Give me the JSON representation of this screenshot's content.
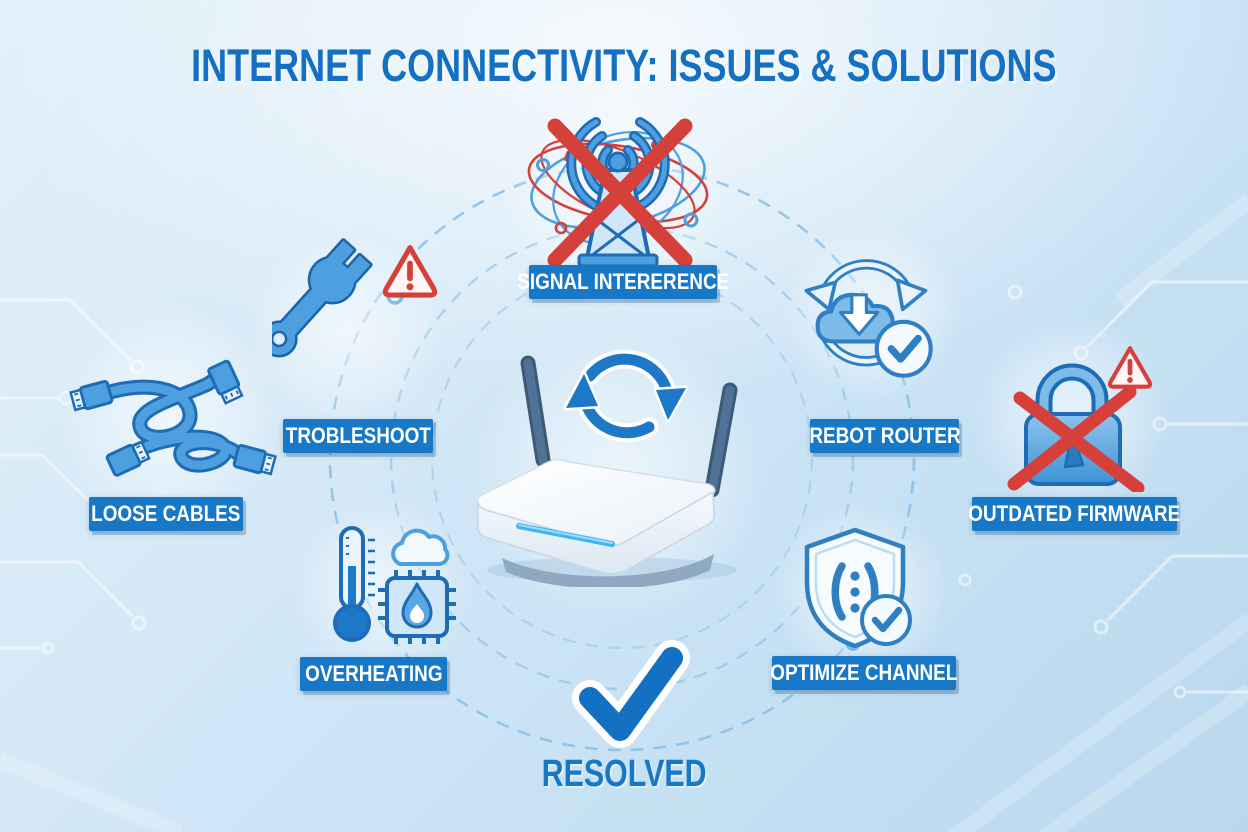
{
  "title": "INTERNET CONNECTIVITY: ISSUES & SOLUTIONS",
  "center": {
    "device": "wifi-router",
    "overlay_icon": "refresh-arrows"
  },
  "resolved": {
    "label": "RESOLVED",
    "icon": "check-mark"
  },
  "nodes": {
    "signal_interference": {
      "label": "SIGNAL INTERERENCE",
      "icon": "radio-tower-crossed-orbits"
    },
    "troubleshoot": {
      "label": "TROBLESHOOT",
      "icon": "wrench-warning-triangle"
    },
    "loose_cables": {
      "label": "LOOSE CABLES",
      "icon": "tangled-ethernet-cables"
    },
    "overheating": {
      "label": "OVERHEATING",
      "icon": "thermometer-chip-flame"
    },
    "reboot_router": {
      "label": "REBOT ROUTER",
      "icon": "cloud-download-refresh-check"
    },
    "outdated_firmware": {
      "label": "OUTDATED FIRMWARE",
      "icon": "padlock-crossed-warning"
    },
    "optimize_channel": {
      "label": "OPTIMIZE CHANNEL",
      "icon": "shield-signal-check"
    }
  },
  "colors": {
    "title_blue": "#1470c2",
    "label_bg": "#1878c8",
    "label_text": "#ffffff",
    "icon_fill_blue": "#4d9fdf",
    "icon_outline_blue": "#1d6cb5",
    "alert_red": "#d6403a",
    "dashed_ring_blue": "#86bfe6",
    "background_light": "#e2f0fa",
    "background_deep": "#b9d7ee",
    "led_cyan": "#3fb6f2"
  }
}
